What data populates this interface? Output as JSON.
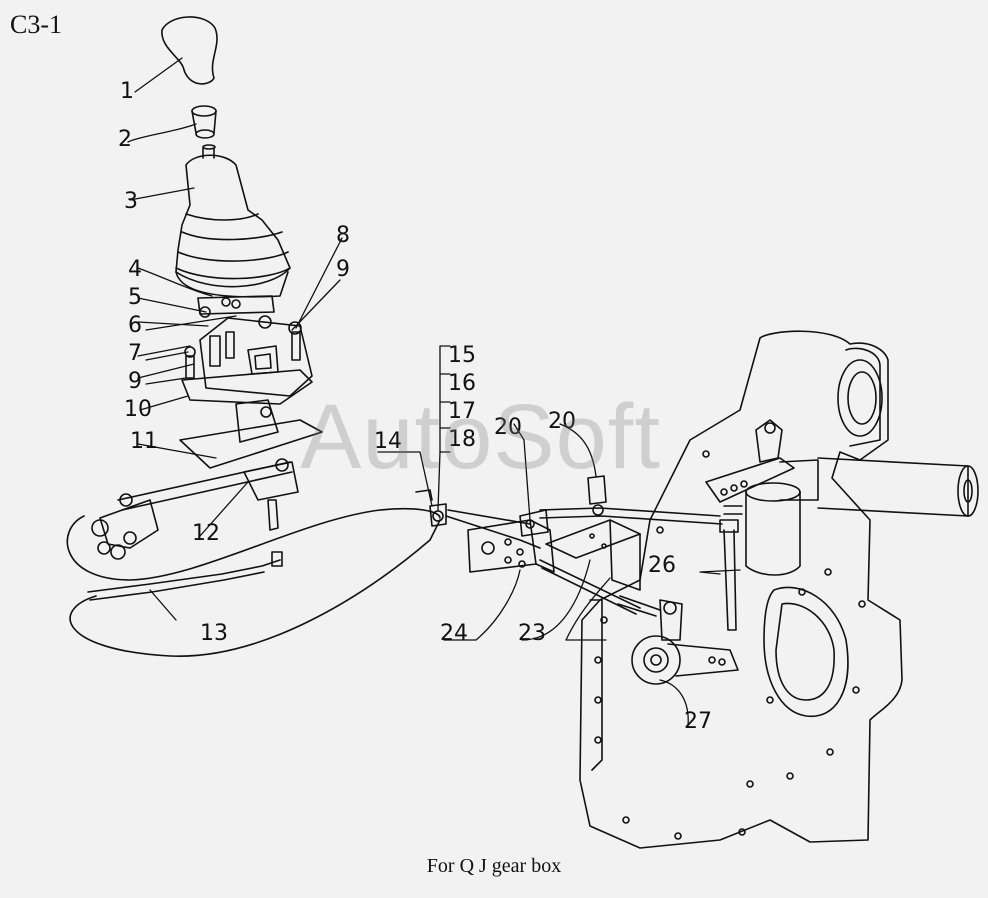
{
  "page_code": "C3-1",
  "caption": "For Q J gear box",
  "watermark": "AutoSoft",
  "callouts": [
    "1",
    "2",
    "3",
    "4",
    "5",
    "6",
    "7",
    "8",
    "9",
    "9",
    "10",
    "11",
    "12",
    "13",
    "14",
    "15",
    "16",
    "17",
    "18",
    "20",
    "20",
    "23",
    "24",
    "26",
    "27"
  ],
  "colors": {
    "background": "#f2f2f2",
    "line": "#111111",
    "watermark": "#9a9a9a"
  }
}
